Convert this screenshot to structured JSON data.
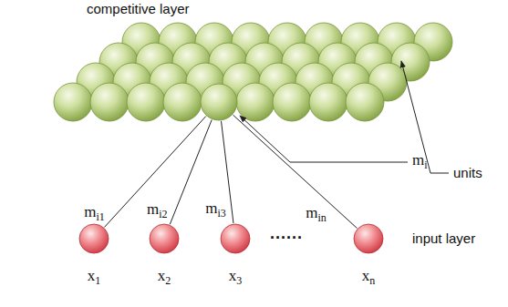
{
  "diagram": {
    "nodes": [
      {
        "text": [
          "mi"
        ]
      },
      {
        "text": [
          "x1"
        ]
      },
      {
        "text": [
          "x2"
        ]
      },
      {
        "text": [
          "x3"
        ]
      },
      {
        "text": [
          "xn"
        ]
      }
    ],
    "edges": [
      {
        "from": 0,
        "to": 1,
        "arrow": "none",
        "label": "mi1"
      },
      {
        "from": 0,
        "to": 2,
        "arrow": "none",
        "label": "mi2"
      },
      {
        "from": 0,
        "to": 3,
        "arrow": "none",
        "label": "mi3"
      },
      {
        "from": 0,
        "to": 4,
        "arrow": "none",
        "label": "min"
      }
    ],
    "labels": [
      "competitive layer",
      "units",
      "input layer",
      "......"
    ]
  }
}
